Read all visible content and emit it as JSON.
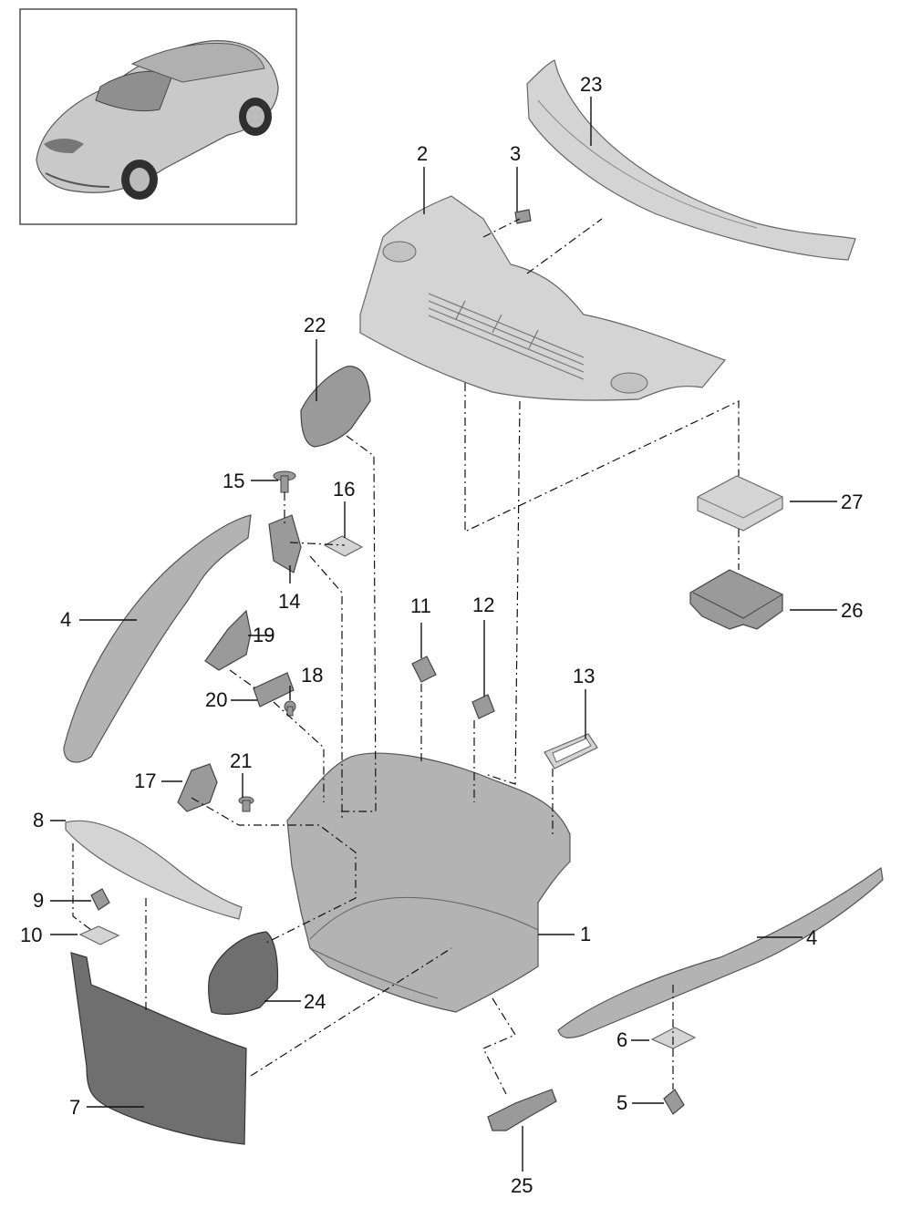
{
  "callouts": [
    {
      "id": "1",
      "label": "1"
    },
    {
      "id": "2",
      "label": "2"
    },
    {
      "id": "3",
      "label": "3"
    },
    {
      "id": "4a",
      "label": "4"
    },
    {
      "id": "4b",
      "label": "4"
    },
    {
      "id": "5",
      "label": "5"
    },
    {
      "id": "6",
      "label": "6"
    },
    {
      "id": "7",
      "label": "7"
    },
    {
      "id": "8",
      "label": "8"
    },
    {
      "id": "9",
      "label": "9"
    },
    {
      "id": "10",
      "label": "10"
    },
    {
      "id": "11",
      "label": "11"
    },
    {
      "id": "12",
      "label": "12"
    },
    {
      "id": "13",
      "label": "13"
    },
    {
      "id": "14",
      "label": "14"
    },
    {
      "id": "15",
      "label": "15"
    },
    {
      "id": "16",
      "label": "16"
    },
    {
      "id": "17",
      "label": "17"
    },
    {
      "id": "18",
      "label": "18"
    },
    {
      "id": "19",
      "label": "19"
    },
    {
      "id": "20",
      "label": "20"
    },
    {
      "id": "21",
      "label": "21"
    },
    {
      "id": "22",
      "label": "22"
    },
    {
      "id": "23",
      "label": "23"
    },
    {
      "id": "24",
      "label": "24"
    },
    {
      "id": "25",
      "label": "25"
    },
    {
      "id": "26",
      "label": "26"
    },
    {
      "id": "27",
      "label": "27"
    }
  ]
}
